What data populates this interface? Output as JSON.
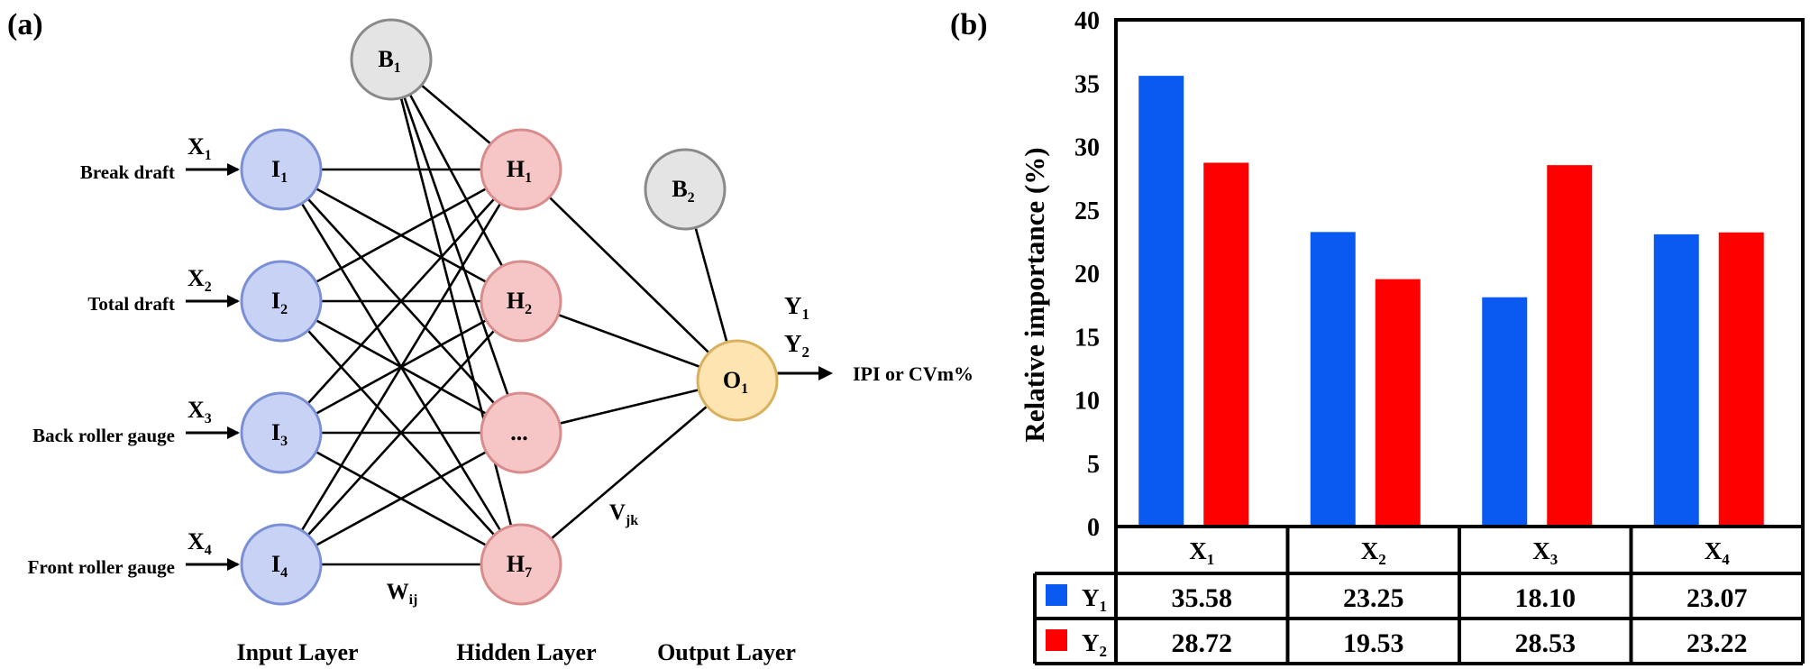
{
  "panel_a": {
    "label": "(a)",
    "bias_nodes": [
      {
        "id": "B1",
        "letter": "B",
        "sub": "1"
      },
      {
        "id": "B2",
        "letter": "B",
        "sub": "2"
      }
    ],
    "input_nodes": [
      {
        "id": "I1",
        "letter": "I",
        "sub": "1"
      },
      {
        "id": "I2",
        "letter": "I",
        "sub": "2"
      },
      {
        "id": "I3",
        "letter": "I",
        "sub": "3"
      },
      {
        "id": "I4",
        "letter": "I",
        "sub": "4"
      }
    ],
    "hidden_nodes": [
      {
        "id": "H1",
        "letter": "H",
        "sub": "1"
      },
      {
        "id": "H2",
        "letter": "H",
        "sub": "2"
      },
      {
        "id": "H3",
        "letter": "...",
        "sub": ""
      },
      {
        "id": "H7",
        "letter": "H",
        "sub": "7"
      }
    ],
    "output_node": {
      "id": "O1",
      "letter": "O",
      "sub": "1"
    },
    "inputs": [
      {
        "name": "Break draft",
        "var": "X",
        "sub": "1"
      },
      {
        "name": "Total draft",
        "var": "X",
        "sub": "2"
      },
      {
        "name": "Back roller gauge",
        "var": "X",
        "sub": "3"
      },
      {
        "name": "Front roller gauge",
        "var": "X",
        "sub": "4"
      }
    ],
    "outputs": [
      {
        "var": "Y",
        "sub": "1"
      },
      {
        "var": "Y",
        "sub": "2"
      }
    ],
    "output_text": "IPI or CVm%",
    "weight_ij": {
      "var": "W",
      "sub": "ij"
    },
    "weight_jk": {
      "var": "V",
      "sub": "jk"
    },
    "layers": [
      "Input Layer",
      "Hidden Layer",
      "Output Layer"
    ],
    "colors": {
      "input": "#c8d2f5",
      "input_stroke": "#7a8fd6",
      "hidden": "#f6c6c6",
      "hidden_stroke": "#d98c8c",
      "output": "#fde4b0",
      "output_stroke": "#d9b15e",
      "bias": "#e4e4e4",
      "bias_stroke": "#8a8a8a"
    }
  },
  "panel_b": {
    "label": "(b)",
    "chart_data": {
      "type": "bar",
      "categories": [
        {
          "var": "X",
          "sub": "1"
        },
        {
          "var": "X",
          "sub": "2"
        },
        {
          "var": "X",
          "sub": "3"
        },
        {
          "var": "X",
          "sub": "4"
        }
      ],
      "series": [
        {
          "name": "Y1",
          "var": "Y",
          "sub": "1",
          "color": "#0a59f0",
          "values": [
            35.58,
            23.25,
            18.1,
            23.07
          ],
          "display": [
            "35.58",
            "23.25",
            "18.10",
            "23.07"
          ]
        },
        {
          "name": "Y2",
          "var": "Y",
          "sub": "2",
          "color": "#ff0000",
          "values": [
            28.72,
            19.53,
            28.53,
            23.22
          ],
          "display": [
            "28.72",
            "19.53",
            "28.53",
            "23.22"
          ]
        }
      ],
      "ylabel": "Relative importance  (%)",
      "ylim": [
        0,
        40
      ],
      "yticks": [
        0,
        5,
        10,
        15,
        20,
        25,
        30,
        35,
        40
      ],
      "grid": false,
      "legend": "data-table-left"
    }
  }
}
